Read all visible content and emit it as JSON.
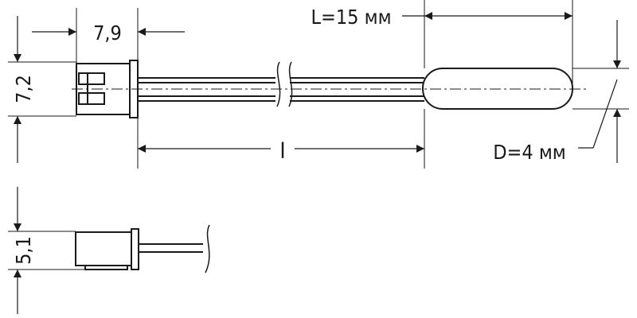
{
  "drawing": {
    "dimensions": {
      "connector_width": "7,9",
      "connector_height": "7,2",
      "sensor_length": "L=15 мм",
      "cable_length": "l",
      "sensor_diameter": "D=4 мм",
      "side_height": "5,1"
    },
    "colors": {
      "line": "#1a1a1a",
      "dimension_line": "#555555",
      "background": "#ffffff"
    }
  }
}
